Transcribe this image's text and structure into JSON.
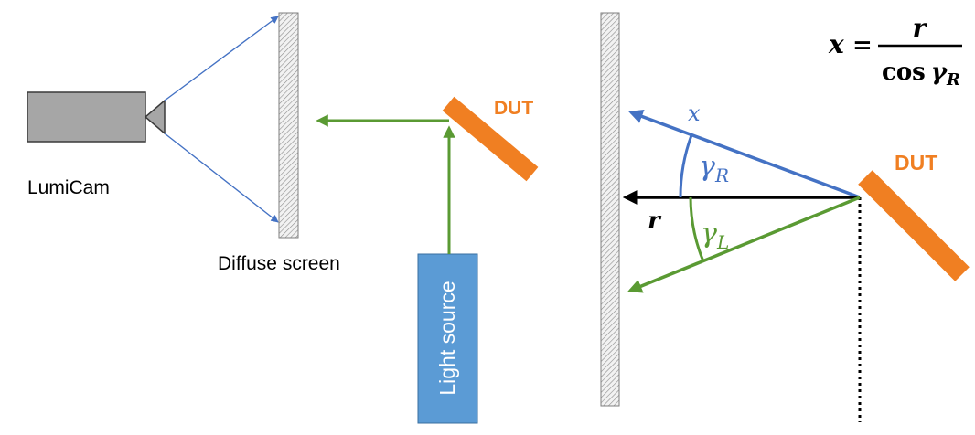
{
  "left_diagram": {
    "camera_label": "LumiCam",
    "screen_label": "Diffuse screen",
    "dut_label": "DUT",
    "light_label": "Light source"
  },
  "right_diagram": {
    "dut_label": "DUT",
    "ray_x_label": "x",
    "ray_r_label": "r",
    "angle_right": {
      "symbol": "γ",
      "sub": "R"
    },
    "angle_left": {
      "symbol": "γ",
      "sub": "L"
    },
    "formula": {
      "lhs": "x",
      "eq": "=",
      "numerator": "r",
      "den_func": "cos",
      "den_symbol": "γ",
      "den_sub": "R"
    }
  },
  "colors": {
    "blue": "#4472c4",
    "green": "#5a9a33",
    "orange": "#f07f22",
    "light_source_fill": "#5b9bd5",
    "camera_fill": "#a6a6a6"
  }
}
